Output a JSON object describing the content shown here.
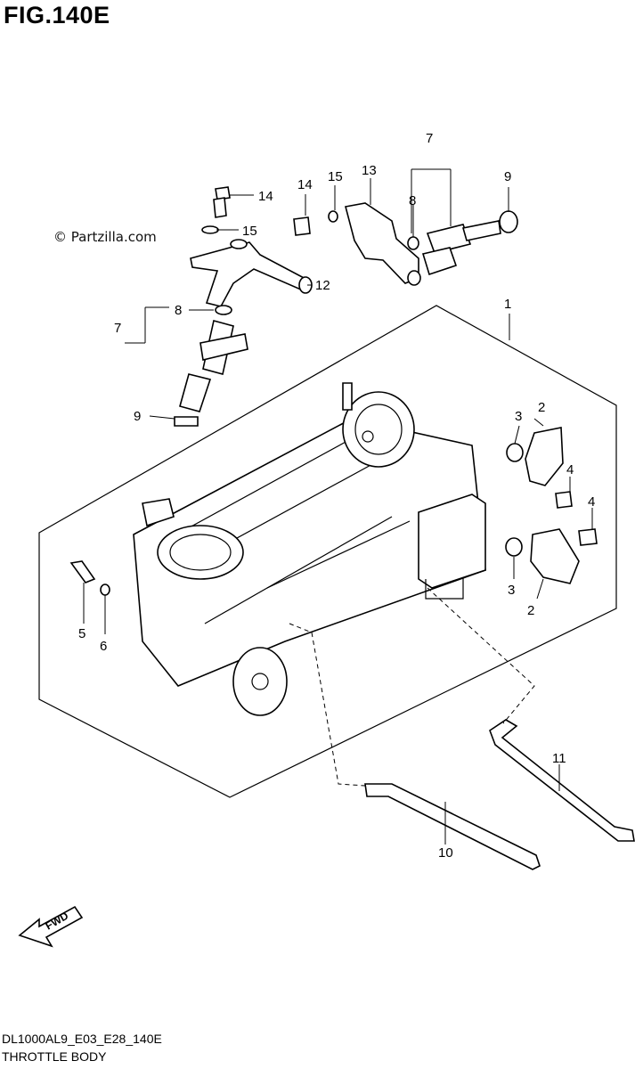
{
  "figure": {
    "title": "FIG.140E",
    "watermark": "© Partzilla.com",
    "code": "DL1000AL9_E03_E28_140E",
    "caption": "THROTTLE BODY"
  },
  "callouts": [
    "1",
    "2",
    "2",
    "3",
    "3",
    "4",
    "4",
    "5",
    "6",
    "7",
    "7",
    "8",
    "8",
    "9",
    "9",
    "10",
    "11",
    "12",
    "13",
    "14",
    "14",
    "15",
    "15"
  ],
  "direction_badge": "FWD"
}
